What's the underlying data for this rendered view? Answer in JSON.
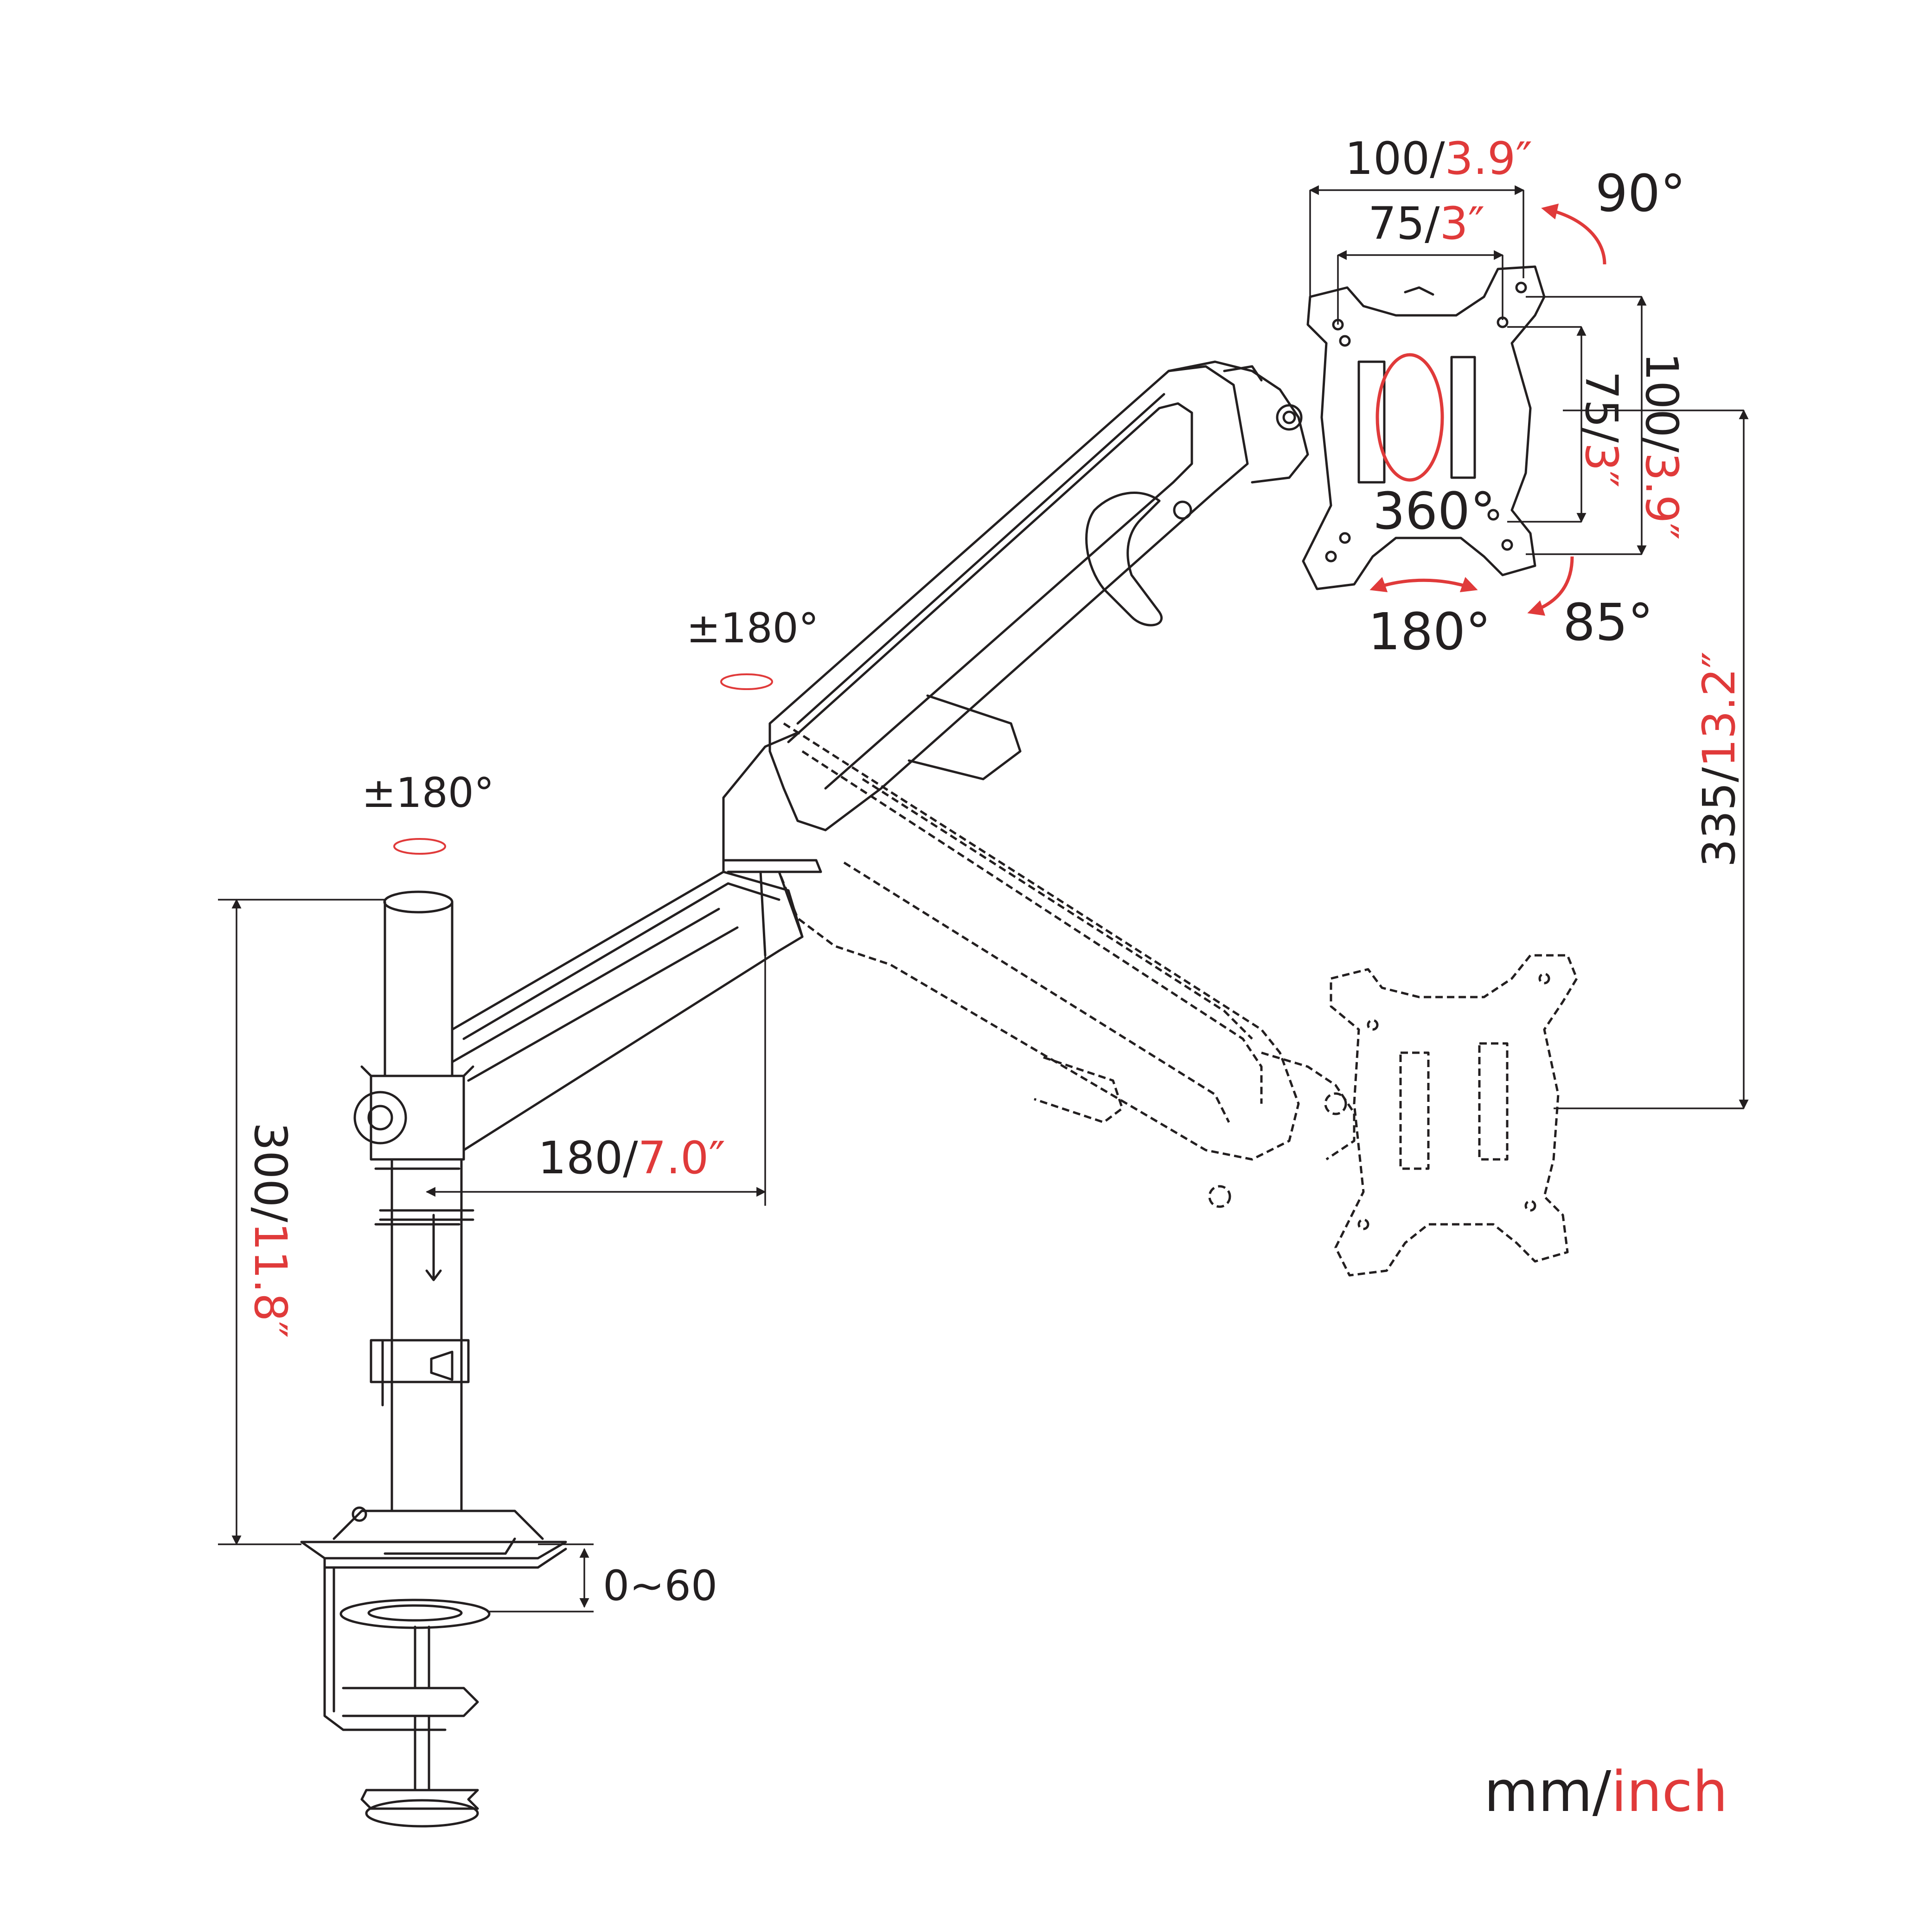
{
  "labels": {
    "vesa_w_100_mm": "100/",
    "vesa_w_100_in": "3.9″",
    "vesa_w_75_mm": "75/",
    "vesa_w_75_in": "3″",
    "vesa_h_100_mm": "100/",
    "vesa_h_100_in": "3.9″",
    "vesa_h_75_mm": "75/",
    "vesa_h_75_in": "3″",
    "tilt_up": "90°",
    "tilt_down": "85°",
    "rotate": "360°",
    "swivel_head": "180°",
    "swivel_elbow": "±180°",
    "swivel_pole": "±180°",
    "height_range_mm": "335/",
    "height_range_in": "13.2″",
    "pole_height_mm": "300/",
    "pole_height_in": "11.8″",
    "arm_reach_mm": "180/",
    "arm_reach_in": "7.0″",
    "desk_clamp": "0~60",
    "units_mm": "mm/",
    "units_in": "inch"
  },
  "colors": {
    "line": "#231f20",
    "accent": "#e03a3a",
    "background": "#ffffff"
  }
}
